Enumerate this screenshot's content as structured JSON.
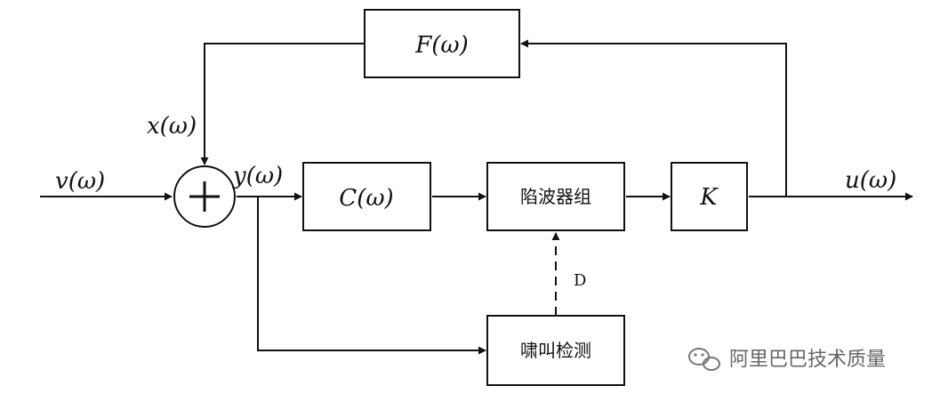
{
  "diagram": {
    "blocks": {
      "feedback": "F(ω)",
      "controller": "C(ω)",
      "notch_filter_bank": "陷波器组",
      "gain": "K",
      "howling_detection": "啸叫检测"
    },
    "signals": {
      "input": "v(ω)",
      "feedback_signal": "x(ω)",
      "sum_output": "y(ω)",
      "output": "u(ω)",
      "detection_line": "D"
    },
    "summing_junction": "+"
  },
  "watermark": {
    "text": "阿里巴巴技术质量",
    "icon": "wechat-icon"
  }
}
